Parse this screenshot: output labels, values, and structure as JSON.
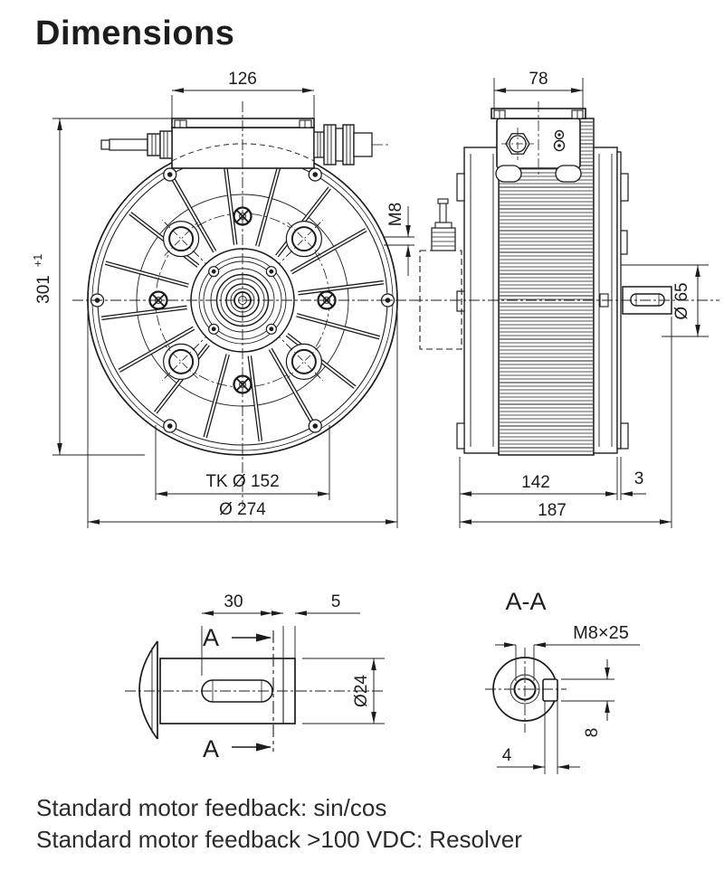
{
  "page": {
    "title": "Dimensions",
    "footnotes": {
      "line1": "Standard motor feedback: sin/cos",
      "line2": "Standard motor feedback >100 VDC: Resolver"
    }
  },
  "drawing": {
    "front_view": {
      "top_width": "126",
      "overall_height": "301",
      "height_tol": "+1",
      "bolt_circle_dia": "TK Ø 152",
      "outer_dia": "Ø 274"
    },
    "side_view": {
      "top_box_width": "78",
      "terminal_stud": "M8",
      "pilot_dia": "Ø 65",
      "housing_length": "142",
      "end_plate": "3",
      "total_length": "187"
    },
    "shaft_view": {
      "keyway_length": "30",
      "shaft_end": "5",
      "section_mark": "A",
      "shaft_dia": "Ø24"
    },
    "section_view": {
      "title": "A-A",
      "tapped_hole": "M8×25",
      "keyway_width": "8",
      "keyway_depth": "4"
    },
    "colors": {
      "line": "#1c1c1c"
    }
  }
}
